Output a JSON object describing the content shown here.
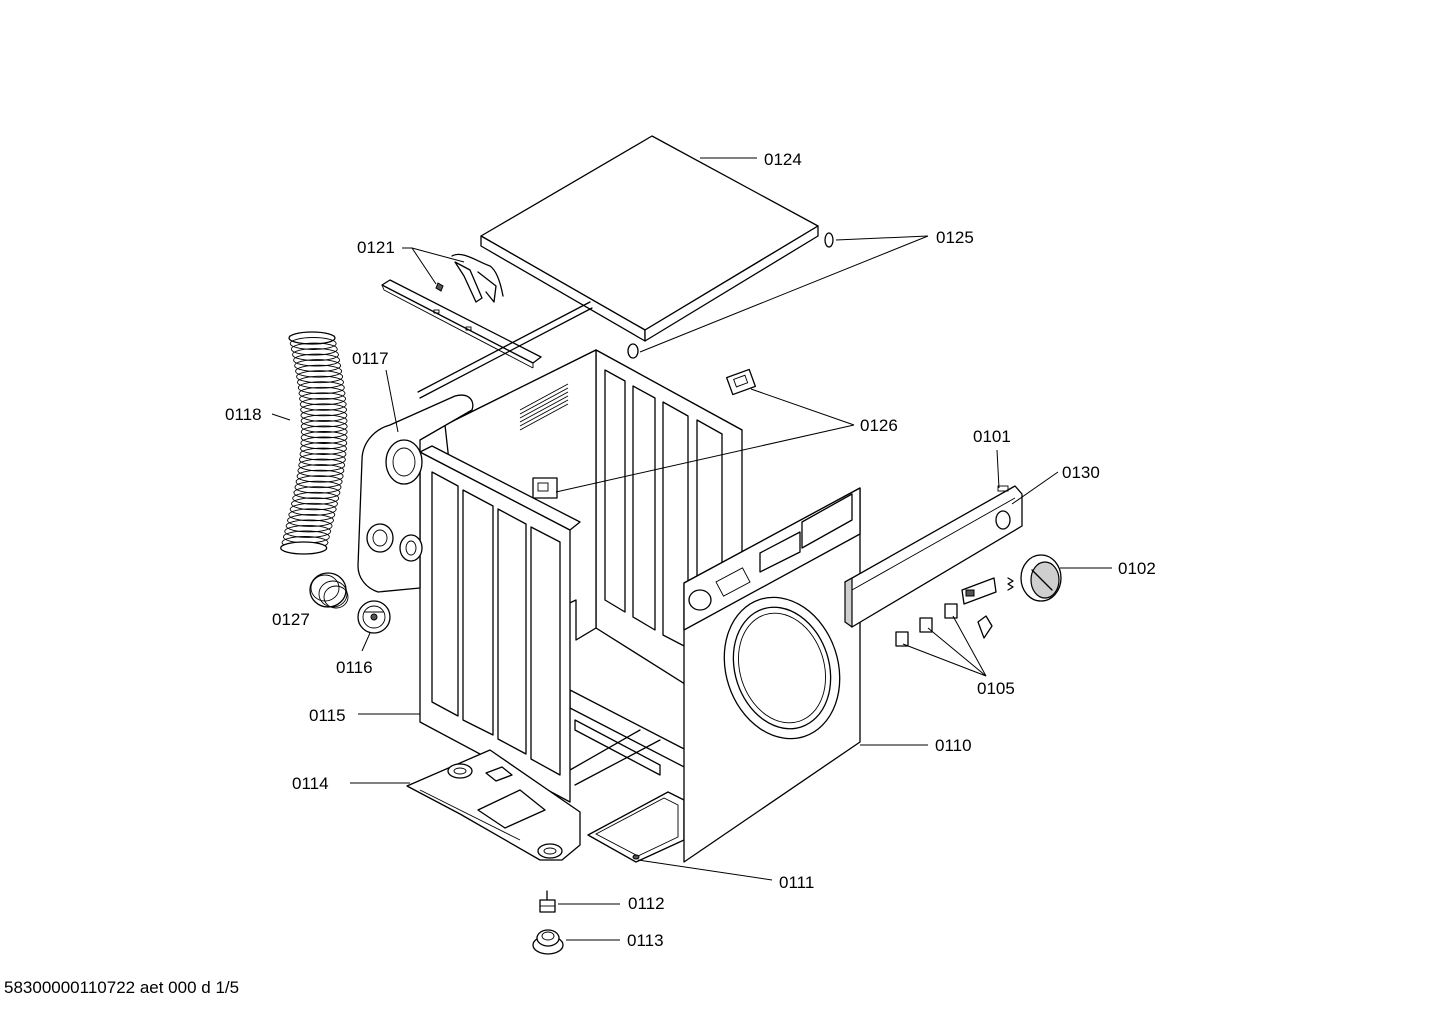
{
  "document_id": "58300000110722 aet 000 d 1/5",
  "callouts": {
    "p0124": "0124",
    "p0121": "0121",
    "p0125": "0125",
    "p0117": "0117",
    "p0118": "0118",
    "p0126": "0126",
    "p0101": "0101",
    "p0130": "0130",
    "p0102": "0102",
    "p0127": "0127",
    "p0116": "0116",
    "p0105": "0105",
    "p0115": "0115",
    "p0110": "0110",
    "p0114": "0114",
    "p0111": "0111",
    "p0112": "0112",
    "p0113": "0113"
  }
}
